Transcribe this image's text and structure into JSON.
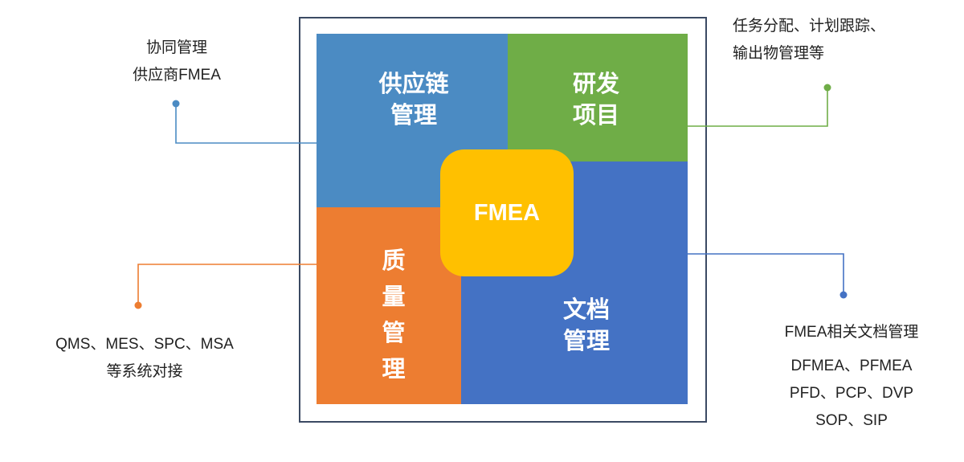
{
  "colors": {
    "supply": "#4b8bc3",
    "rd": "#6fad47",
    "quality": "#ed7d31",
    "doc": "#4472c4",
    "center": "#ffc000",
    "frame": "#3b4a63"
  },
  "center": {
    "label": "FMEA"
  },
  "quadrants": {
    "supply": {
      "label": "供应链\n管理"
    },
    "rd": {
      "label": "研发\n项目"
    },
    "quality": {
      "label": "质\n量\n管\n理"
    },
    "doc": {
      "label": "文档\n管理"
    }
  },
  "notes": {
    "supply": {
      "line1": "协同管理",
      "line2": "供应商FMEA"
    },
    "rd": {
      "line1": "任务分配、计划跟踪、",
      "line2": "输出物管理等"
    },
    "quality": {
      "line1": "QMS、MES、SPC、MSA",
      "line2": "等系统对接"
    },
    "doc": {
      "line1": "FMEA相关文档管理",
      "line2": "DFMEA、PFMEA",
      "line3": "PFD、PCP、DVP",
      "line4": "SOP、SIP"
    }
  }
}
